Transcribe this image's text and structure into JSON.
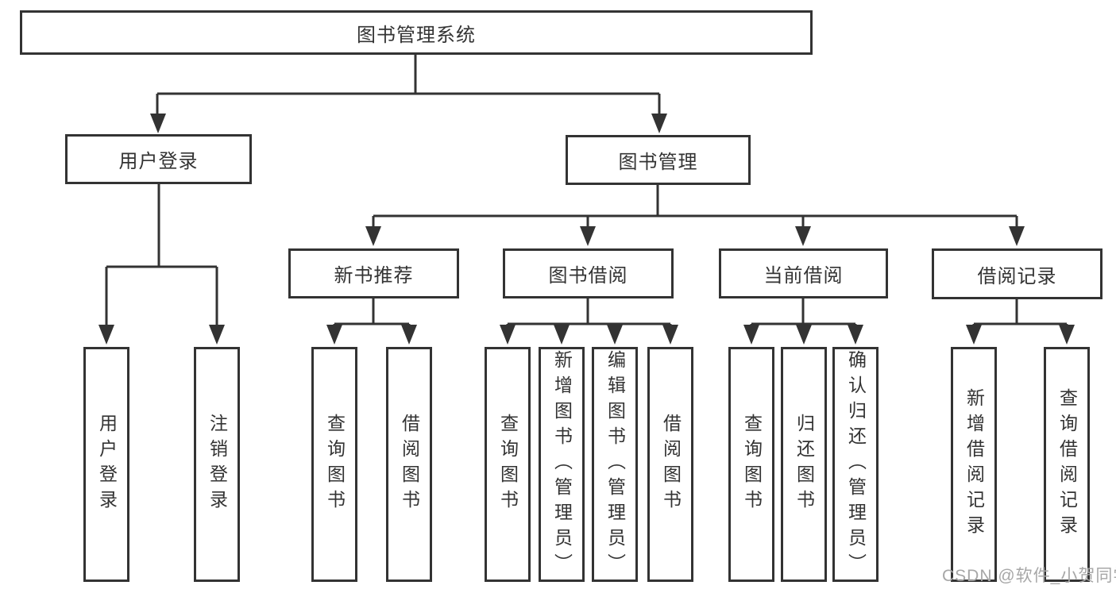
{
  "tree": {
    "root": {
      "label": "图书管理系统"
    },
    "user_login": {
      "label": "用户登录",
      "leaves": [
        "用户登录",
        "注销登录"
      ]
    },
    "book_management": {
      "label": "图书管理",
      "sections": [
        {
          "label": "新书推荐",
          "leaves": [
            "查询图书",
            "借阅图书"
          ]
        },
        {
          "label": "图书借阅",
          "leaves": [
            "查询图书",
            "新增图书（管理员）",
            "编辑图书（管理员）",
            "借阅图书"
          ]
        },
        {
          "label": "当前借阅",
          "leaves": [
            "查询图书",
            "归还图书",
            "确认归还（管理员）"
          ]
        },
        {
          "label": "借阅记录",
          "leaves": [
            "新增借阅记录",
            "查询借阅记录"
          ]
        }
      ]
    }
  },
  "watermark": "CSDN @软件_小贺同学",
  "colors": {
    "line": "#333333",
    "text": "#333333",
    "background": "#ffffff",
    "watermark": "#a7a7a7"
  }
}
